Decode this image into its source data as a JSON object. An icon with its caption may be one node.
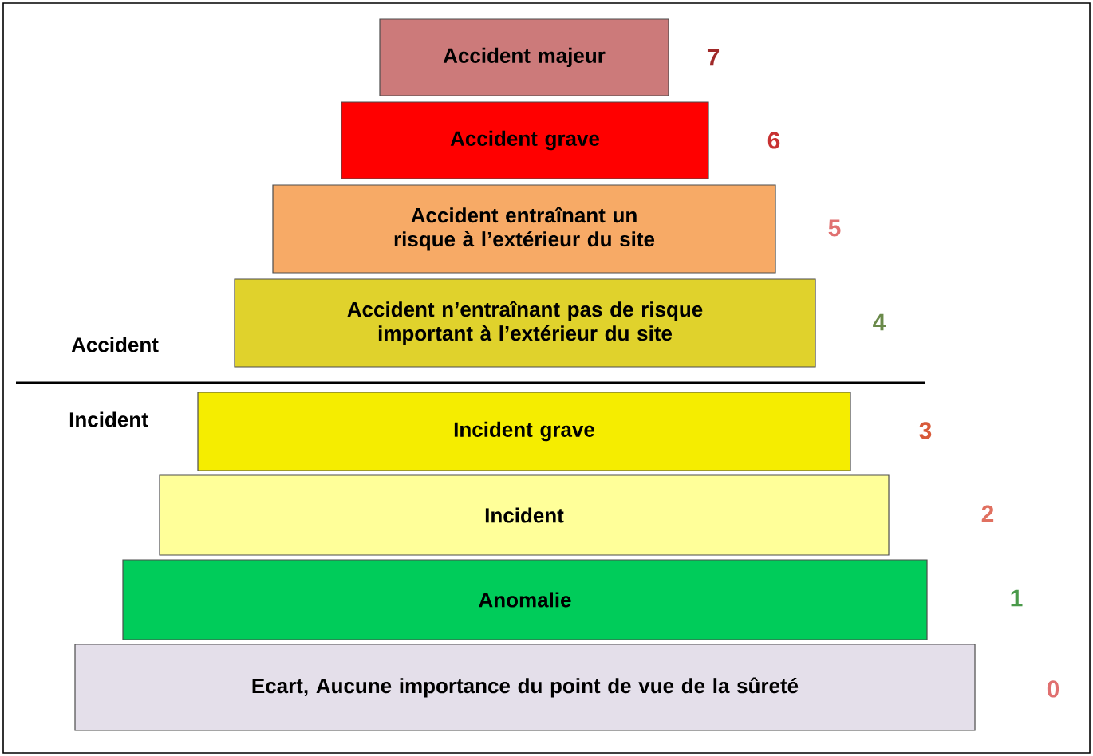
{
  "diagram": {
    "nodes": [
      {
        "text": [
          "Accident majeur"
        ],
        "beside": [
          "7"
        ]
      },
      {
        "text": [
          "Accident grave"
        ],
        "beside": [
          "6"
        ]
      },
      {
        "text": [
          "Accident entraînant un risque à l’extérieur du site"
        ],
        "beside": [
          "5"
        ]
      },
      {
        "text": [
          "Accident n’entraînant pas de risque important à l’extérieur du site"
        ],
        "beside": [
          "4"
        ]
      },
      {
        "text": [
          "Incident grave"
        ],
        "beside": [
          "3"
        ]
      },
      {
        "text": [
          "Incident"
        ],
        "beside": [
          "2"
        ]
      },
      {
        "text": [
          "Anomalie"
        ],
        "beside": [
          "1"
        ]
      },
      {
        "text": [
          "Ecart, Aucune importance du point de vue de la sûreté"
        ],
        "beside": [
          "0"
        ]
      }
    ],
    "labels": [
      "Accident",
      "Incident"
    ]
  }
}
